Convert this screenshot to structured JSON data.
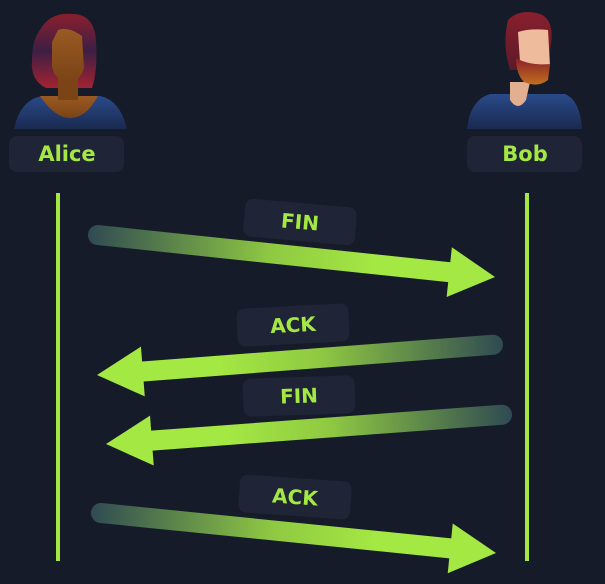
{
  "participants": [
    {
      "name": "Alice",
      "avatar": "woman-avatar-icon"
    },
    {
      "name": "Bob",
      "avatar": "bearded-man-avatar-icon"
    }
  ],
  "messages": [
    {
      "label": "FIN",
      "from": "Alice",
      "to": "Bob"
    },
    {
      "label": "ACK",
      "from": "Bob",
      "to": "Alice"
    },
    {
      "label": "FIN",
      "from": "Bob",
      "to": "Alice"
    },
    {
      "label": "ACK",
      "from": "Alice",
      "to": "Bob"
    }
  ],
  "colors": {
    "background": "#161b29",
    "accent": "#a4e843",
    "label_box": "#1f2436"
  }
}
